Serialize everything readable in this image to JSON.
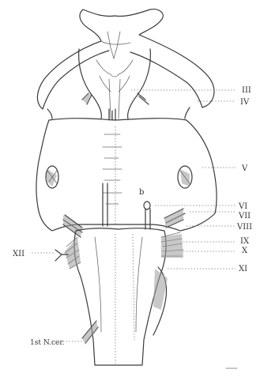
{
  "diagram": {
    "labels": {
      "III": "III",
      "IV": "IV",
      "V": "V",
      "VI": "VI",
      "VII": "VII",
      "VIII": "VIII",
      "IX": "IX",
      "X": "X",
      "XI": "XI",
      "XII": "XII",
      "first_cervical": "1st N.cer.",
      "b": "b"
    }
  }
}
